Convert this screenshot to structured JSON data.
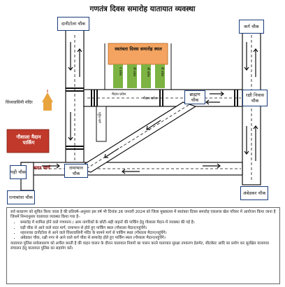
{
  "title": "गणतंत्र दिवस समारोह यातायात व्यवस्था",
  "places": {
    "danitola": "दानीटोला चौक",
    "karg": "कर्ग चौक",
    "venue": "स्वतंत्रता दिवस समारोह स्थल",
    "entry_a": "ए प्रवेश",
    "entry_b": "बी प्रवेश",
    "entry_c": "सी प्रवेश",
    "entry_d": "डी प्रवेश",
    "maidan_entry_1": "मैदान प्रवेश",
    "maidan_entry_2": "मैदान प्रवेश",
    "temple": "विंध्यवासिनी मंदिर",
    "parking": "गौशाला मैदान पार्किंग",
    "brahman_chowk": "ब्राह्मण चौक",
    "rakshi_niwas": "रक्षी निवास चौक",
    "ghadi_chowk": "घड़ी चौक",
    "sadar_marg": "सदर मार्ग",
    "ramabhan_chowk": "रामाभान चौक",
    "ratnabandha": "रत्नाबांधा चौक",
    "ambedkar": "अंबेडकर चौक",
    "road_label": "पहुँच मार्ग"
  },
  "notice": {
    "intro": "सर्व साधारण को सूचित किया जाता है की प्रतिवर्ष–अनुसार इस वर्ष भी दिनांक 26 जनवरी 2024 को जिला मुख्यालय में स्वतंत्रता दिवस समारोह एकलव्य खेल परिसर में आयोजन किया जाना है जिसमें निम्नानुसार यातायात व्यवस्था किया गया है–",
    "items": [
      "समारोह में शामिल होने वाले गणमान्य / आम नागरिकों के छोटी–बड़ी वाहनों की पार्किंग हेतु गौशाला मैदान में व्यवस्था की गई है।",
      "घड़ी चौक से आने वाले सदर मार्ग, रामाभान से होते हुए पार्किंग स्थल (गौशाला मैदान)पहुंचेंगे।",
      "नहरनाका दानीटोला से आने वाले विंध्यवासिनी मंदिर के सामने मार्ग से पार्किंग स्थल (गौशाला मैदान)पहुंचेंगे।",
      "अंबेडकर चौक, रक्षी नगर से आने वाले कर्ग चौक से समारोह होते हुए पार्किंग स्थल (गौशाला मैदान)पहुंचेंगे।"
    ],
    "closing": "यातायात पुलिस सर्वसाधारण को अपील करती है की वाहन चालन के दौरान यातायात नियमों का पालन करते यातायात सुरक्षा उपकरण हेलमेट, सीटबेल्ट आदि का प्रयोग कर सुरक्षित यातायात संचालन हेतु यातायात पुलिस का सहयोग करें।"
  },
  "colors": {
    "road": "#1a1a1a",
    "venue_top": "#f4a460",
    "gate_green": "#7cb342",
    "parking_fill": "#c0392b",
    "box_border": "#1a3c7a"
  }
}
